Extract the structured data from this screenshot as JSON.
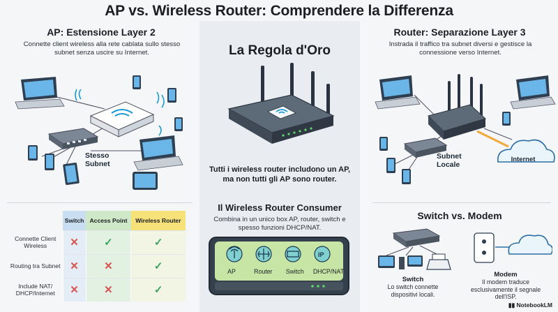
{
  "title": "AP vs. Wireless Router: Comprendere la Differenza",
  "left": {
    "heading": "AP: Estensione Layer 2",
    "description": "Connette client wireless alla rete cablata sullo stesso subnet senza uscire su Internet.",
    "subnet_label": "Stesso Subnet"
  },
  "center": {
    "golden_rule": "La Regola d'Oro",
    "rule_text": "Tutti i wireless router includono un AP, ma non tutti gli AP sono router.",
    "consumer_heading": "Il Wireless Router Consumer",
    "consumer_text": "Combina in un unico box AP, router, switch e spesso funzioni DHCP/NAT.",
    "box_functions": [
      {
        "label": "AP",
        "icon": "wifi-antenna-icon"
      },
      {
        "label": "Router",
        "icon": "router-arrows-icon"
      },
      {
        "label": "Switch",
        "icon": "switch-ports-icon"
      },
      {
        "label": "DHCP/NAT",
        "icon": "ip-tag-icon"
      }
    ]
  },
  "right": {
    "heading": "Router: Separazione Layer 3",
    "description": "Instrada il traffico tra subnet diversi e gestisce la connessione verso Internet.",
    "local_subnet_label": "Subnet Locale",
    "internet_label": "Internet",
    "switch_modem_heading": "Switch vs. Modem",
    "switch_title": "Switch",
    "switch_desc": "Lo switch connette dispositivi locali.",
    "modem_title": "Modem",
    "modem_desc": "Il modem traduce esclusivamente il segnale dell'ISP."
  },
  "table": {
    "columns": [
      "Switch",
      "Access Point",
      "Wireless Router"
    ],
    "rows": [
      {
        "label": "Connette Client Wireless",
        "values": [
          false,
          true,
          true
        ]
      },
      {
        "label": "Routing tra Subnet",
        "values": [
          false,
          false,
          true
        ]
      },
      {
        "label": "Include NAT/ DHCP/Internet",
        "values": [
          false,
          false,
          true
        ]
      }
    ],
    "colors": {
      "switch": "#c9dff1",
      "access_point": "#cfe8c8",
      "wireless_router": "#f7e27a"
    }
  },
  "logo": "NotebookLM"
}
